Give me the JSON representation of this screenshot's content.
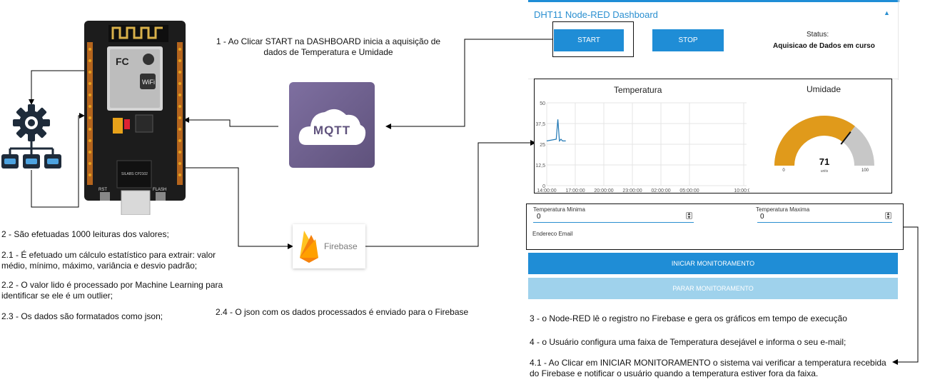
{
  "notes": {
    "step1": "1 - Ao Clicar START na DASHBOARD inicia a aquisição de dados de Temperatura e Umidade",
    "step2": "2  - São efetuadas 1000 leituras dos valores;",
    "step2_1": "2.1 - É efetuado um cálculo estatístico para extrair: valor médio, mínimo, máximo, variância e desvio padrão;",
    "step2_2": "2.2 - O valor lido é processado por Machine Learning para identificar se ele é um outlier;",
    "step2_3": "2.3 - Os dados são formatados como json;",
    "step2_4": "2.4 - O json com os dados processados é enviado para o Firebase",
    "step3": "3 - o Node-RED lê o registro no Firebase e gera os gráficos em tempo de execução",
    "step4": "4 - o Usuário configura uma faixa de Temperatura desejável e informa o seu e-mail;",
    "step4_1": "4.1 - Ao Clicar em INICIAR MONITORAMENTO o sistema vai verificar a temperatura recebida do Firebase e notificar o usuário quando a temperatura estiver fora da faixa."
  },
  "logos": {
    "mqtt": "MQTT",
    "firebase": "Firebase"
  },
  "board": {
    "logo": "FC",
    "wifi": "WiFi",
    "chip": "SILABS CP2102",
    "rst": "RST",
    "flash": "FLASH"
  },
  "dashboard": {
    "title": "DHT11 Node-RED Dashboard",
    "start_label": "START",
    "stop_label": "STOP",
    "status_label": "Status:",
    "status_value": "Aquisicao de Dados em curso"
  },
  "temperature_chart": {
    "title": "Temperatura",
    "y_ticks": [
      "50",
      "37,5",
      "25",
      "12,5",
      "0"
    ],
    "x_ticks": [
      "14:00:00",
      "17:00:00",
      "20:00:00",
      "23:00:00",
      "02:00:00",
      "05:00:00",
      "10:00:00"
    ]
  },
  "gauge": {
    "title": "Umidade",
    "value": "71",
    "units": "units",
    "min": "0",
    "max": "100",
    "value_fraction": 0.71
  },
  "form": {
    "temp_min_label": "Temperatura Minima",
    "temp_min_value": "0",
    "temp_max_label": "Temperatura Maxima",
    "temp_max_value": "0",
    "email_label": "Endereco Email",
    "start_monitor_label": "INICIAR MONITORAMENTO",
    "stop_monitor_label": "PARAR MONITORAMENTO"
  },
  "colors": {
    "accent": "#1f8dd6",
    "accent_disabled": "#9fd2ec",
    "gauge_fill": "#e09a1b",
    "gauge_track": "#c7c7c7",
    "mqtt_bg": "#6e5f8d",
    "firebase_text": "#7a7a7a",
    "board_bg": "#1c1c1c"
  },
  "chart_data": {
    "type": "line",
    "title": "Temperatura",
    "xlabel": "",
    "ylabel": "",
    "ylim": [
      0,
      50
    ],
    "x_ticks": [
      "14:00:00",
      "17:00:00",
      "20:00:00",
      "23:00:00",
      "02:00:00",
      "05:00:00",
      "10:00:00"
    ],
    "y_ticks": [
      0,
      12.5,
      25,
      37.5,
      50
    ],
    "series": [
      {
        "x": [
          "14:00",
          "15:00",
          "15:10",
          "15:20",
          "15:30",
          "15:40",
          "16:00"
        ],
        "values": [
          27,
          28,
          40,
          27,
          28,
          27,
          27
        ]
      }
    ],
    "grid": true
  }
}
